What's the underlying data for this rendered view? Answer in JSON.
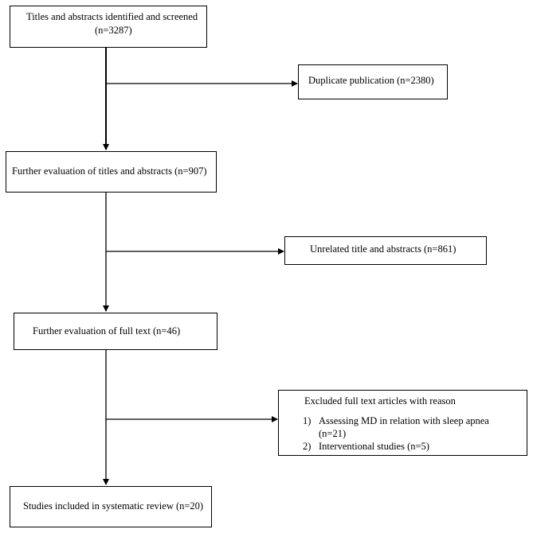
{
  "flowchart": {
    "identified": {
      "line1": "Titles and abstracts identified and screened",
      "line2": "(n=3287)"
    },
    "duplicate": {
      "label": "Duplicate publication (n=2380)"
    },
    "further_titles": {
      "label": "Further evaluation of titles and abstracts (n=907)"
    },
    "unrelated": {
      "label": "Unrelated title and abstracts (n=861)"
    },
    "further_fulltext": {
      "label": "Further evaluation of full text (n=46)"
    },
    "excluded": {
      "heading": "Excluded full text articles with reason",
      "items": [
        {
          "num": "1)",
          "text": "Assessing MD in relation with sleep apnea",
          "count": "(n=21)"
        },
        {
          "num": "2)",
          "text": "Interventional studies (n=5)"
        }
      ]
    },
    "included": {
      "label": "Studies included in systematic review (n=20)"
    }
  }
}
